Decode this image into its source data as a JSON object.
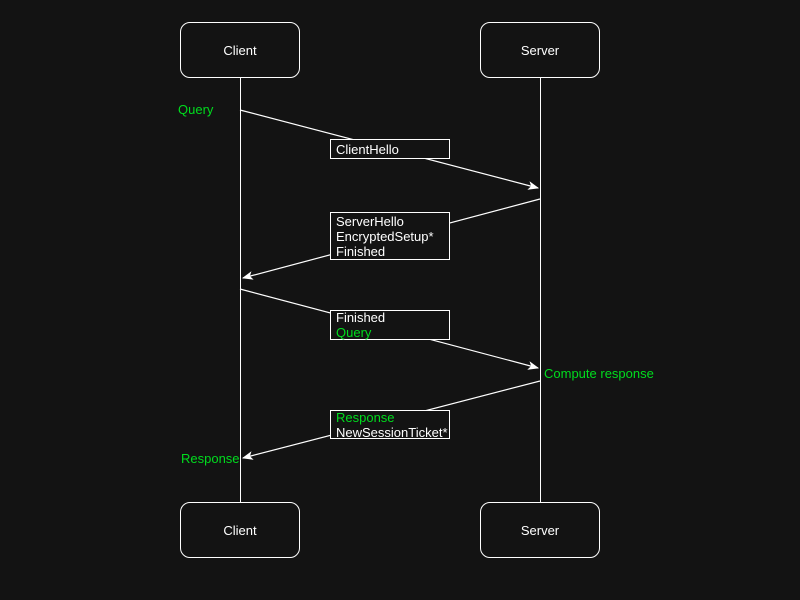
{
  "theme": {
    "bg": "#131313",
    "fg": "#ffffff",
    "green": "#00dc1e"
  },
  "actors": {
    "client": {
      "label": "Client"
    },
    "server": {
      "label": "Server"
    }
  },
  "annotations": {
    "query": {
      "text": "Query",
      "color": "green"
    },
    "compute_response": {
      "text": "Compute response",
      "color": "green"
    },
    "response": {
      "text": "Response",
      "color": "green"
    }
  },
  "messages": [
    {
      "from": "Client",
      "to": "Server",
      "lines": [
        {
          "text": "ClientHello",
          "color": "white"
        }
      ]
    },
    {
      "from": "Server",
      "to": "Client",
      "lines": [
        {
          "text": "ServerHello",
          "color": "white"
        },
        {
          "text": "EncryptedSetup*",
          "color": "white"
        },
        {
          "text": "Finished",
          "color": "white"
        }
      ]
    },
    {
      "from": "Client",
      "to": "Server",
      "lines": [
        {
          "text": "Finished",
          "color": "white"
        },
        {
          "text": "Query",
          "color": "green"
        }
      ]
    },
    {
      "from": "Server",
      "to": "Client",
      "lines": [
        {
          "text": "Response",
          "color": "green"
        },
        {
          "text": "NewSessionTicket*",
          "color": "white"
        }
      ]
    }
  ]
}
